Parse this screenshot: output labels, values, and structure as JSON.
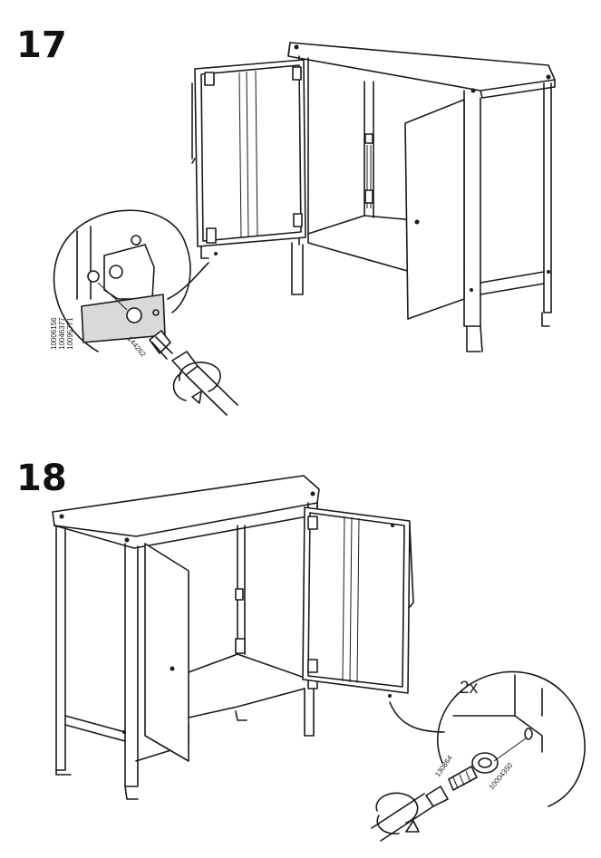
{
  "steps": [
    {
      "number": "17",
      "part_numbers": [
        "10006156",
        "10046377",
        "10095771"
      ],
      "screw_part": "144262"
    },
    {
      "number": "18",
      "quantity": "2x",
      "screw_part": "130864",
      "cap_part": "10004350"
    }
  ]
}
